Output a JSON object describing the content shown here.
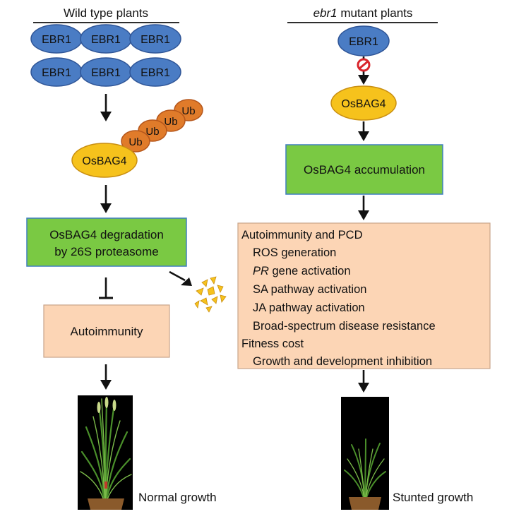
{
  "left": {
    "header": "Wild type plants",
    "ebr1_label": "EBR1",
    "ub_label": "Ub",
    "osbag4_label": "OsBAG4",
    "degradation_line1": "OsBAG4 degradation",
    "degradation_line2": "by 26S proteasome",
    "autoimmunity_label": "Autoimmunity",
    "plant_caption": "Normal growth"
  },
  "right": {
    "header_italic": "ebr1",
    "header_rest": " mutant plants",
    "ebr1_label": "EBR1",
    "osbag4_label": "OsBAG4",
    "accumulation_label": "OsBAG4 accumulation",
    "effects": {
      "title1": "Autoimmunity and PCD",
      "item1": "ROS generation",
      "item2_italic": "PR",
      "item2_rest": " gene activation",
      "item3": "SA pathway activation",
      "item4": "JA pathway activation",
      "item5": "Broad-spectrum disease resistance",
      "title2": "Fitness cost",
      "item6": "Growth and development inhibition"
    },
    "plant_caption": "Stunted growth"
  },
  "colors": {
    "ebr1_fill": "#4a7cc4",
    "ub_fill": "#e07b2a",
    "osbag4_fill": "#f6c21c",
    "green_box": "#7ac943",
    "peach_box": "#fcd5b5",
    "inhibition_symbol": "#d9262c"
  }
}
